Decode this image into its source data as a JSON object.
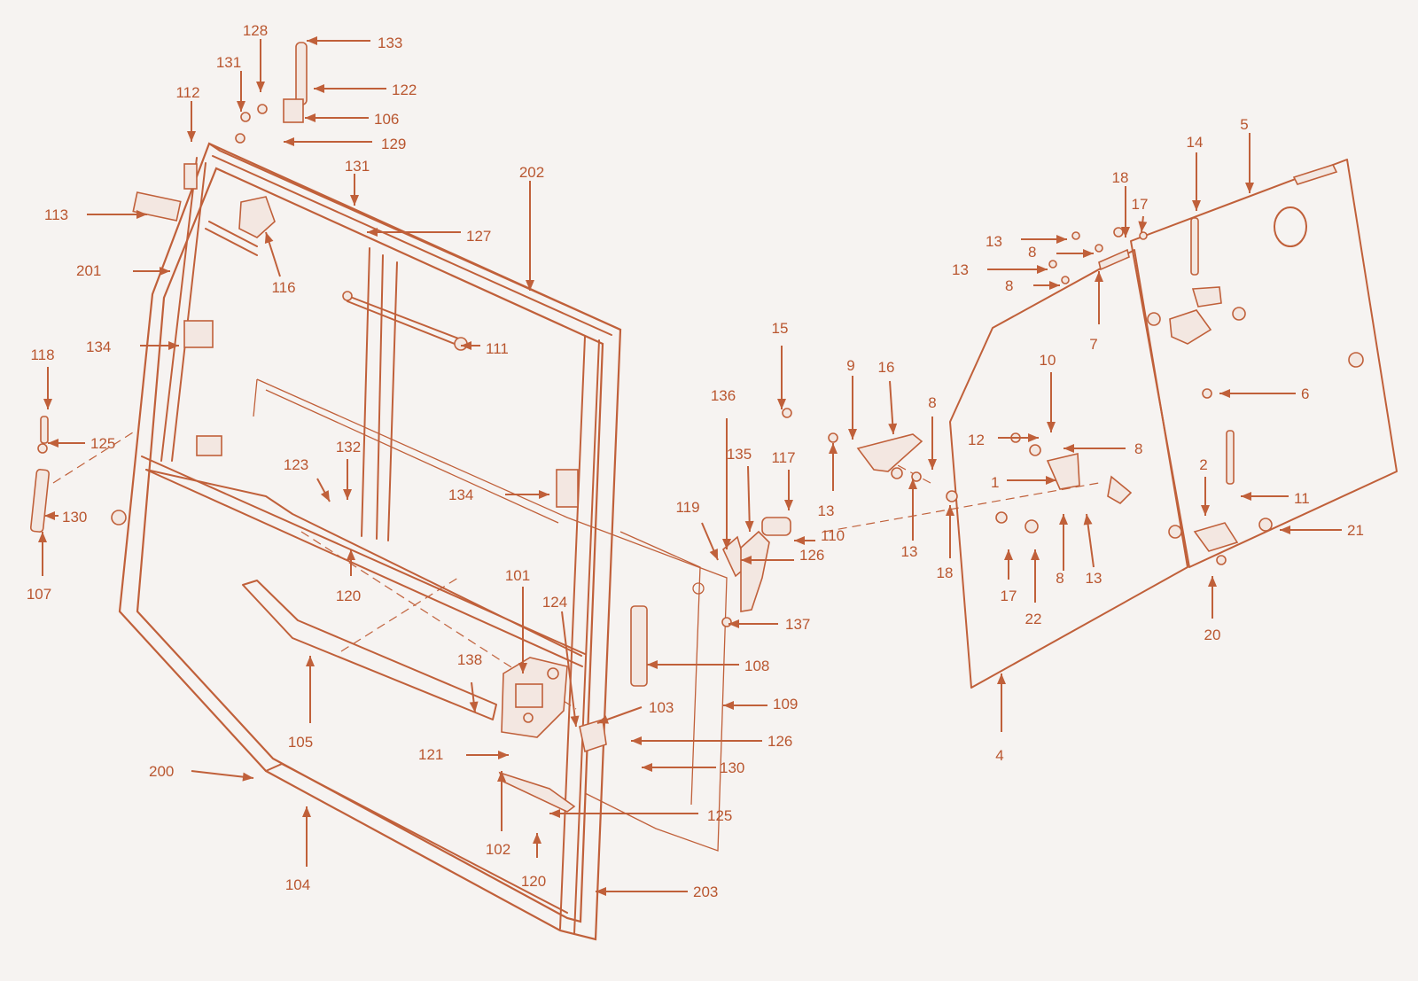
{
  "callouts": [
    {
      "text": "133"
    },
    {
      "text": "128"
    },
    {
      "text": "131"
    },
    {
      "text": "122"
    },
    {
      "text": "112"
    },
    {
      "text": "106"
    },
    {
      "text": "129"
    },
    {
      "text": "131"
    },
    {
      "text": "202"
    },
    {
      "text": "113"
    },
    {
      "text": "127"
    },
    {
      "text": "201"
    },
    {
      "text": "116"
    },
    {
      "text": "111"
    },
    {
      "text": "134"
    },
    {
      "text": "118"
    },
    {
      "text": "125"
    },
    {
      "text": "130"
    },
    {
      "text": "107"
    },
    {
      "text": "132"
    },
    {
      "text": "123"
    },
    {
      "text": "134"
    },
    {
      "text": "120"
    },
    {
      "text": "101"
    },
    {
      "text": "138"
    },
    {
      "text": "124"
    },
    {
      "text": "105"
    },
    {
      "text": "121"
    },
    {
      "text": "200"
    },
    {
      "text": "102"
    },
    {
      "text": "120"
    },
    {
      "text": "104"
    },
    {
      "text": "203"
    },
    {
      "text": "103"
    },
    {
      "text": "126"
    },
    {
      "text": "130"
    },
    {
      "text": "125"
    },
    {
      "text": "108"
    },
    {
      "text": "109"
    },
    {
      "text": "137"
    },
    {
      "text": "119"
    },
    {
      "text": "136"
    },
    {
      "text": "135"
    },
    {
      "text": "117"
    },
    {
      "text": "110"
    },
    {
      "text": "126"
    },
    {
      "text": "15"
    },
    {
      "text": "9"
    },
    {
      "text": "16"
    },
    {
      "text": "8"
    },
    {
      "text": "13"
    },
    {
      "text": "13"
    },
    {
      "text": "18"
    },
    {
      "text": "5"
    },
    {
      "text": "14"
    },
    {
      "text": "18"
    },
    {
      "text": "17"
    },
    {
      "text": "13"
    },
    {
      "text": "8"
    },
    {
      "text": "13"
    },
    {
      "text": "8"
    },
    {
      "text": "7"
    },
    {
      "text": "6"
    },
    {
      "text": "10"
    },
    {
      "text": "12"
    },
    {
      "text": "8"
    },
    {
      "text": "1"
    },
    {
      "text": "2"
    },
    {
      "text": "11"
    },
    {
      "text": "21"
    },
    {
      "text": "17"
    },
    {
      "text": "22"
    },
    {
      "text": "8"
    },
    {
      "text": "13"
    },
    {
      "text": "20"
    },
    {
      "text": "4"
    }
  ]
}
